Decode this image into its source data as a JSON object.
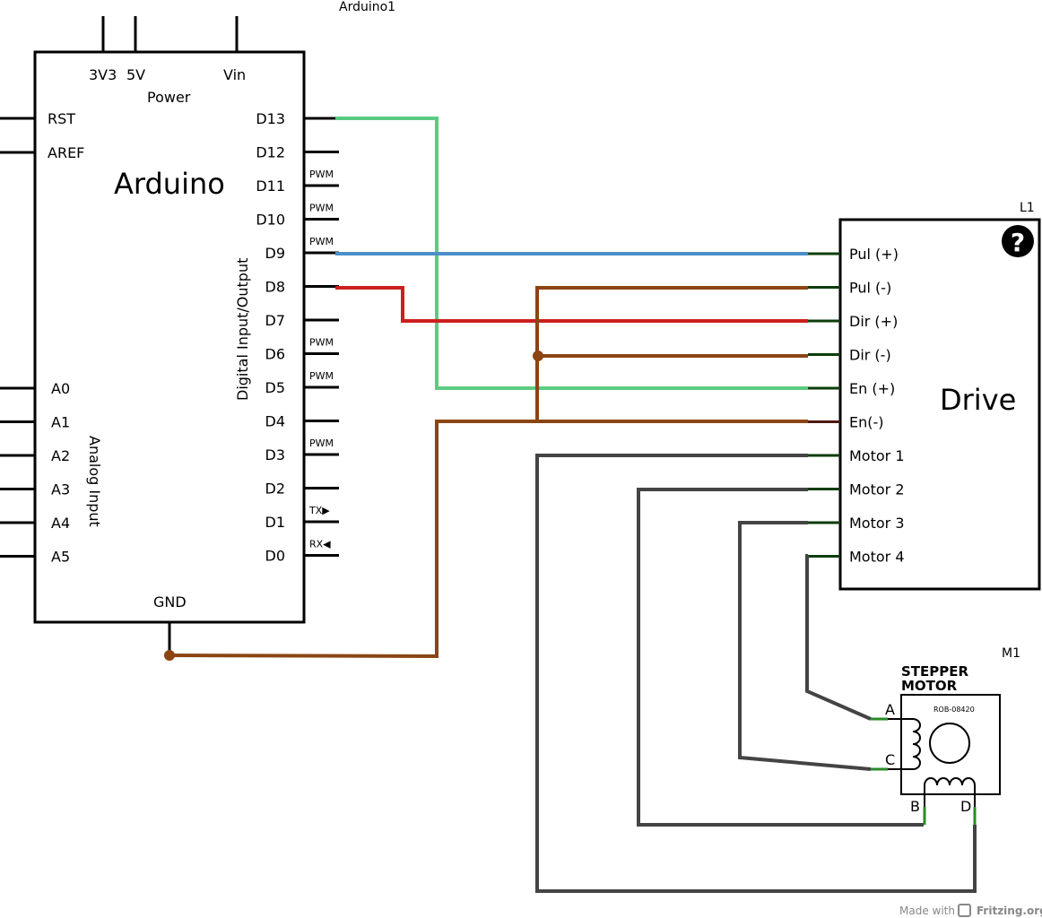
{
  "arduino": {
    "part_label": "Arduino1",
    "title": "Arduino",
    "power_label": "Power",
    "power_pins": [
      "3V3",
      "5V",
      "Vin"
    ],
    "left_pins": [
      "RST",
      "AREF"
    ],
    "analog_pins": [
      "A0",
      "A1",
      "A2",
      "A3",
      "A4",
      "A5"
    ],
    "analog_label": "Analog Input",
    "digital_label": "Digital Input/Output",
    "digital_pins": [
      "D13",
      "D12",
      "D11",
      "D10",
      "D9",
      "D8",
      "D7",
      "D6",
      "D5",
      "D4",
      "D3",
      "D2",
      "D1",
      "D0"
    ],
    "pin_tags": {
      "D11": "PWM",
      "D10": "PWM",
      "D9": "PWM",
      "D6": "PWM",
      "D5": "PWM",
      "D3": "PWM",
      "D1": "TX▶",
      "D0": "RX◀"
    },
    "gnd_label": "GND"
  },
  "drive": {
    "part_label": "L1",
    "title": "Drive",
    "help_symbol": "?",
    "pins": [
      "Pul (+)",
      "Pul (-)",
      "Dir (+)",
      "Dir (-)",
      "En (+)",
      "En(-)",
      "Motor 1",
      "Motor 2",
      "Motor 3",
      "Motor 4"
    ]
  },
  "motor": {
    "part_label": "M1",
    "title_line1": "STEPPER",
    "title_line2": "MOTOR",
    "model": "ROB-08420",
    "pins": [
      "A",
      "C",
      "B",
      "D"
    ]
  },
  "footer": {
    "made_with": "Made with",
    "brand": "Fritzing.org"
  },
  "wire_colors": {
    "green": "#5bcb82",
    "blue": "#4a90c8",
    "red": "#cc1f1f",
    "brown": "#8b4513",
    "gray": "#444444"
  }
}
